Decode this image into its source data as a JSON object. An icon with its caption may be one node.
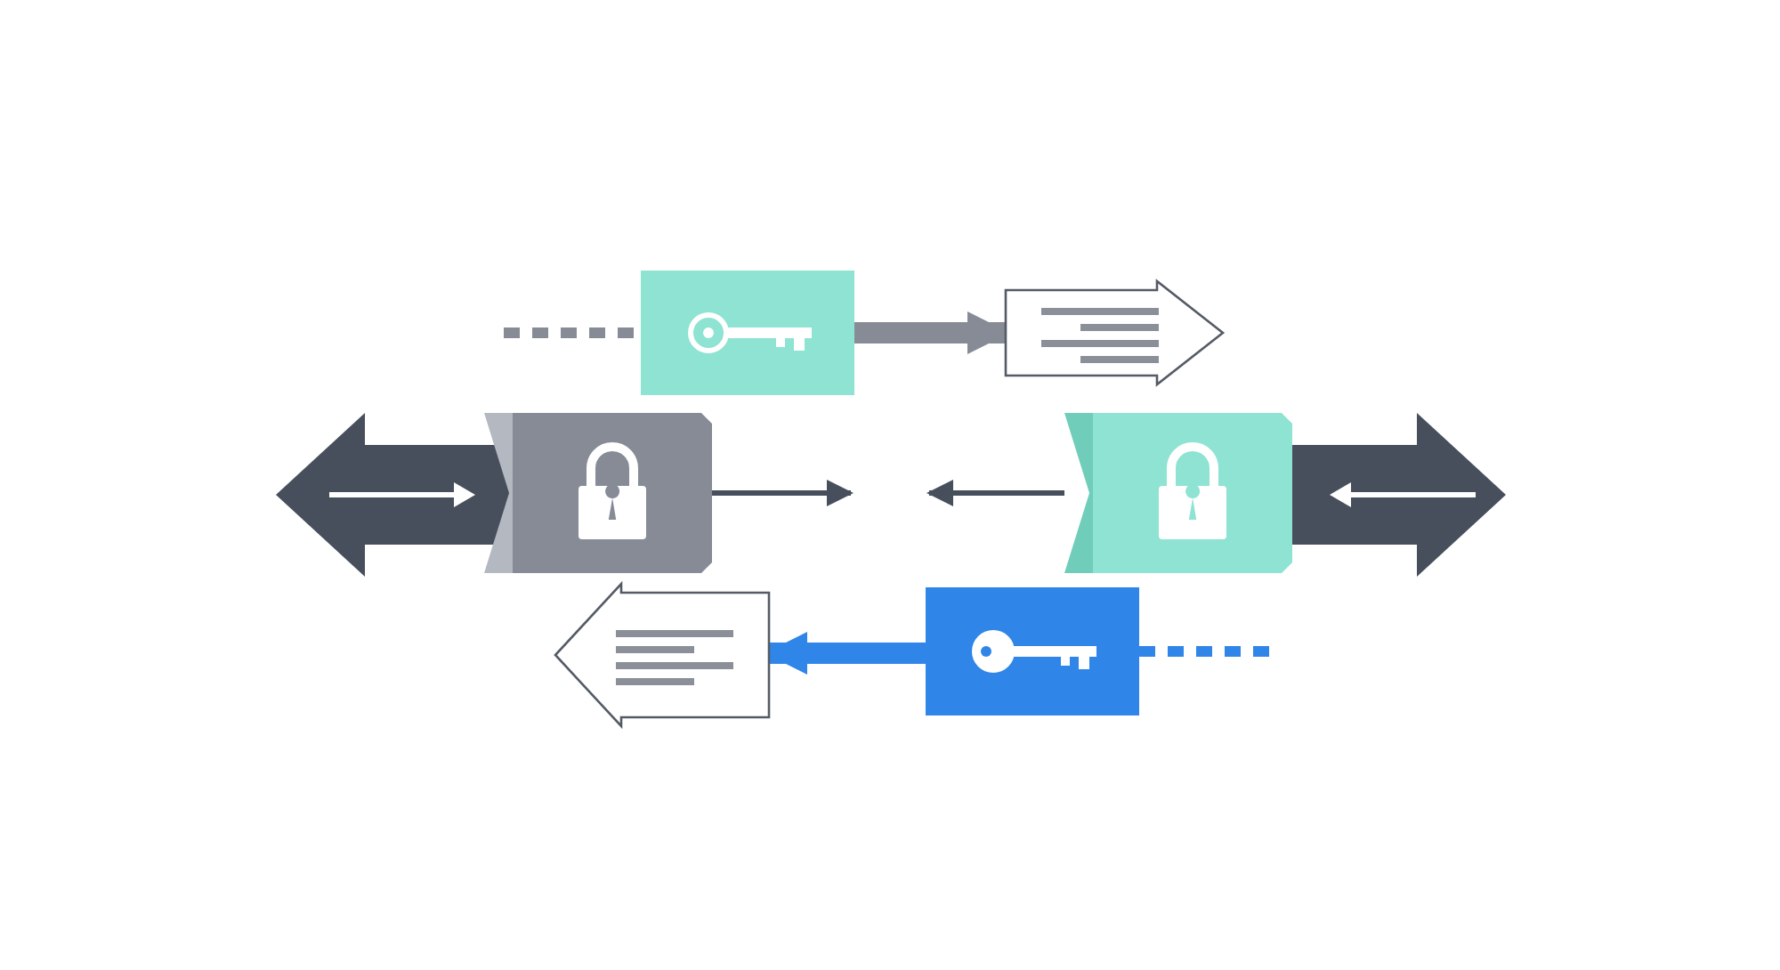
{
  "diagram": {
    "nodes": [
      {
        "text": [],
        "shape": "box"
      },
      {
        "text": [],
        "shape": "arrow"
      },
      {
        "text": [],
        "shape": "arrow"
      },
      {
        "text": [],
        "shape": "box"
      },
      {
        "text": [],
        "shape": "box"
      },
      {
        "text": [],
        "shape": "arrow"
      },
      {
        "text": [],
        "shape": "arrow"
      },
      {
        "text": [],
        "shape": "box"
      }
    ],
    "edges": [
      {
        "from": null,
        "to": 0,
        "arrow": "none",
        "style": "dashed",
        "color": "#868b96"
      },
      {
        "from": 0,
        "to": 1,
        "arrow": "to",
        "style": "thick",
        "color": "#868b96"
      },
      {
        "from": 3,
        "to": null,
        "arrow": "to",
        "color": "#474f5c"
      },
      {
        "from": 4,
        "to": null,
        "arrow": "to",
        "color": "#474f5c"
      },
      {
        "from": 7,
        "to": 6,
        "arrow": "to",
        "style": "thick",
        "color": "#2f86e8"
      },
      {
        "from": 7,
        "to": null,
        "arrow": "none",
        "style": "dashed",
        "color": "#2f86e8"
      }
    ]
  }
}
